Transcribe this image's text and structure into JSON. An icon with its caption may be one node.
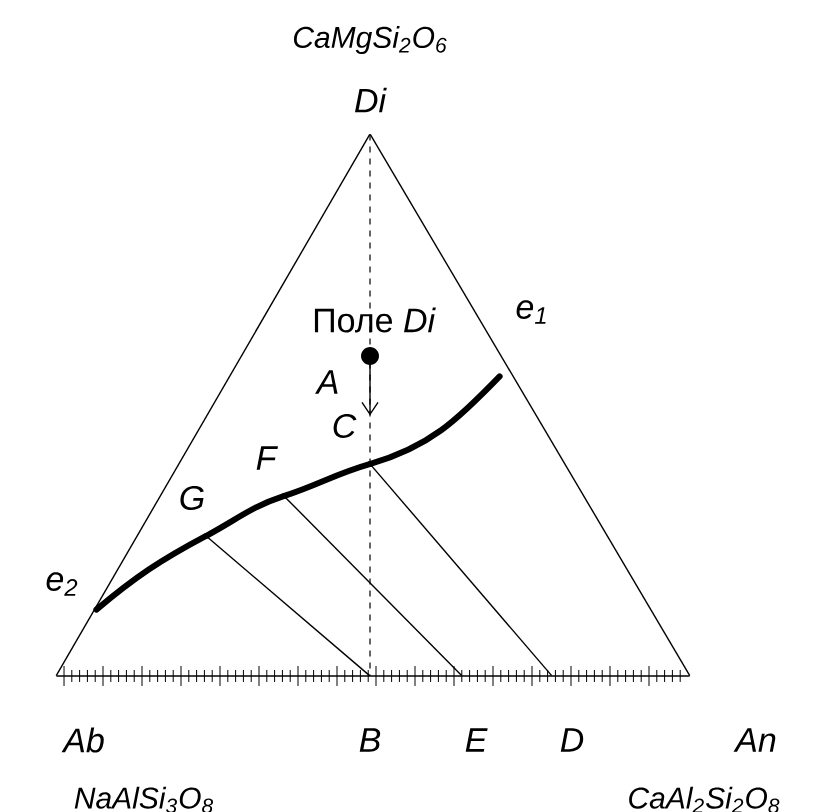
{
  "diagram": {
    "nodes": [
      {
        "text": [
          "CaMgSi$_{2}$O$_{6}$",
          "Di"
        ]
      },
      {
        "text": [
          "Ab",
          "NaAlSi$_{3}$O$_{8}$"
        ]
      },
      {
        "text": [
          "An",
          "CaAl$_{2}$Si$_{2}$O$_{8}$"
        ]
      },
      {
        "text": [
          "A"
        ]
      },
      {
        "text": [
          "C"
        ]
      },
      {
        "text": [
          "F"
        ]
      },
      {
        "text": [
          "G"
        ]
      },
      {
        "text": [
          "B"
        ]
      },
      {
        "text": [
          "E"
        ]
      },
      {
        "text": [
          "D"
        ]
      },
      {
        "text": [
          "e$_{1}$"
        ]
      },
      {
        "text": [
          "e$_{2}$"
        ]
      }
    ],
    "edges": [
      {
        "from": 0,
        "to": 1,
        "arrow": "none"
      },
      {
        "from": 0,
        "to": 2,
        "arrow": "none"
      },
      {
        "from": 1,
        "to": 2,
        "arrow": "none"
      },
      {
        "from": 0,
        "to": 7,
        "arrow": "none",
        "style": "dashed"
      },
      {
        "from": 3,
        "to": 4,
        "arrow": "to"
      },
      {
        "from": 11,
        "to": 6,
        "arrow": "none",
        "style": "thick"
      },
      {
        "from": 6,
        "to": 5,
        "arrow": "none",
        "style": "thick"
      },
      {
        "from": 5,
        "to": 4,
        "arrow": "none",
        "style": "thick"
      },
      {
        "from": 4,
        "to": 10,
        "arrow": "none",
        "style": "thick"
      },
      {
        "from": 6,
        "to": 7,
        "arrow": "none"
      },
      {
        "from": 5,
        "to": 8,
        "arrow": "none"
      },
      {
        "from": 4,
        "to": 9,
        "arrow": "none"
      }
    ],
    "labels": [
      "Поле *Di*"
    ]
  }
}
